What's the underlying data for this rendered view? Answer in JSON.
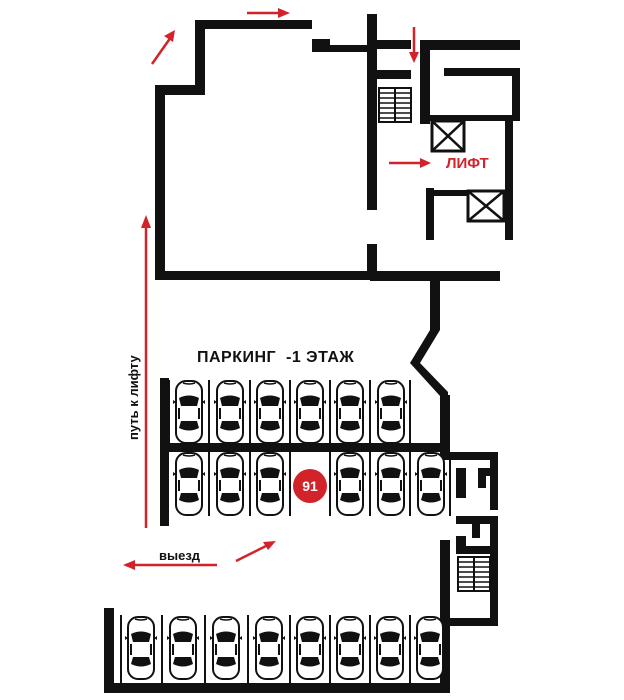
{
  "plan": {
    "title": "ПАРКИНГ  -1 ЭТАЖ",
    "lift_label": "ЛИФТ",
    "path_label": "путь к лифту",
    "exit_label": "выезд",
    "highlight_spot": "91"
  },
  "colors": {
    "wall": "#111111",
    "accent": "#d2232a",
    "background": "#ffffff"
  },
  "icons": {
    "car": "car-icon",
    "elevator": "elevator-shaft-icon",
    "stairs": "stairs-icon",
    "arrow": "direction-arrow-icon"
  }
}
